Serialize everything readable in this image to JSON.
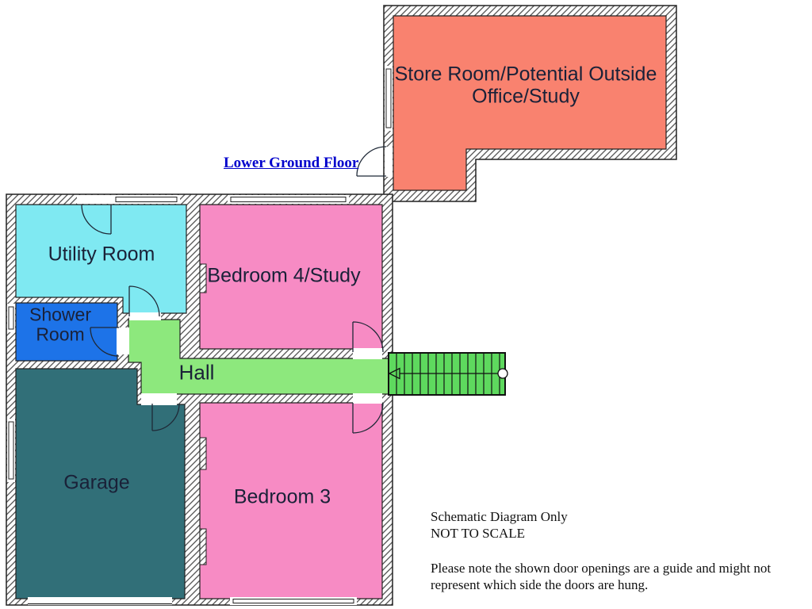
{
  "floor_plan": {
    "title": {
      "label": "Lower Ground Floor",
      "color": "#0000CC"
    }
  },
  "rooms": {
    "store": {
      "label_line1": "Store Room/Potential Outside",
      "label_line2": "Office/Study",
      "color": "#F9826F"
    },
    "utility": {
      "label": "Utility Room",
      "color": "#7FE9F2"
    },
    "bedroom4": {
      "label": "Bedroom 4/Study",
      "color": "#F78BC4"
    },
    "shower": {
      "label_line1": "Shower",
      "label_line2": "Room",
      "color": "#1D73E8"
    },
    "hall": {
      "label": "Hall",
      "color": "#8DE87D"
    },
    "garage": {
      "label": "Garage",
      "color": "#316F78"
    },
    "bedroom3": {
      "label": "Bedroom 3",
      "color": "#F78BC4"
    }
  },
  "stairs": {
    "treads": 14,
    "direction": "left",
    "color": "#5ED95E"
  },
  "notes": {
    "line1": "Schematic Diagram Only",
    "line2": "NOT TO SCALE",
    "line3": "Please note the shown door openings  are a guide and might not",
    "line4": "represent which side the doors are hung."
  },
  "label_color": "#1A2138",
  "wall": {
    "hatch_line_color": "#333333",
    "outline_color": "#222222"
  }
}
